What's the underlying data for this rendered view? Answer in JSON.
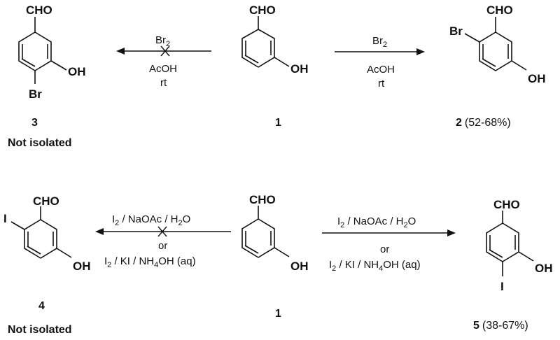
{
  "labels": {
    "cho": "CHO",
    "oh": "OH",
    "br": "Br",
    "i": "I"
  },
  "row1": {
    "left_reagent_top": "Br",
    "left_reagent_top_sub": "2",
    "left_reagent_bottom1": "AcOH",
    "left_reagent_bottom2": "rt",
    "right_reagent_top": "Br",
    "right_reagent_top_sub": "2",
    "right_reagent_bottom1": "AcOH",
    "right_reagent_bottom2": "rt",
    "compound_left_number": "3",
    "compound_left_note": "Not isolated",
    "compound_center_number": "1",
    "compound_right_number": "2",
    "compound_right_yield": "(52-68%)"
  },
  "row2": {
    "reagent_a_i": "I",
    "reagent_a_i_sub": "2",
    "reagent_a_rest": " / NaOAc / H",
    "reagent_a_h_sub": "2",
    "reagent_a_o": "O",
    "or": "or",
    "reagent_b_i": "I",
    "reagent_b_i_sub": "2",
    "reagent_b_mid": " / KI / NH",
    "reagent_b_nh_sub": "4",
    "reagent_b_end": "OH (aq)",
    "compound_left_number": "4",
    "compound_left_note": "Not isolated",
    "compound_center_number": "1",
    "compound_right_number": "5",
    "compound_right_yield": "(38-67%)"
  },
  "colors": {
    "ink": "#111111",
    "background": "#ffffff"
  }
}
